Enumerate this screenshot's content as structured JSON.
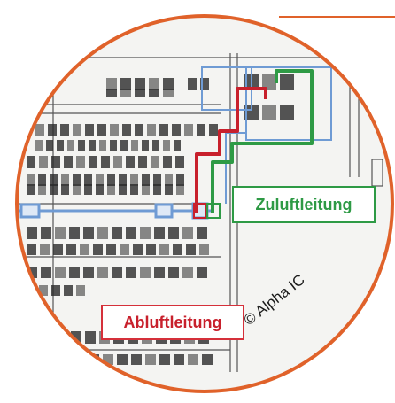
{
  "labels": {
    "supply_line": "Zuluftleitung",
    "exhaust_line": "Abluftleitung",
    "copyright": "© Alpha IC"
  },
  "colors": {
    "frame": "#e0622a",
    "supply": "#2e9a45",
    "exhaust": "#c8202c",
    "duct_blue": "#6f9bd4",
    "plan_ink": "#2b2b2b"
  }
}
